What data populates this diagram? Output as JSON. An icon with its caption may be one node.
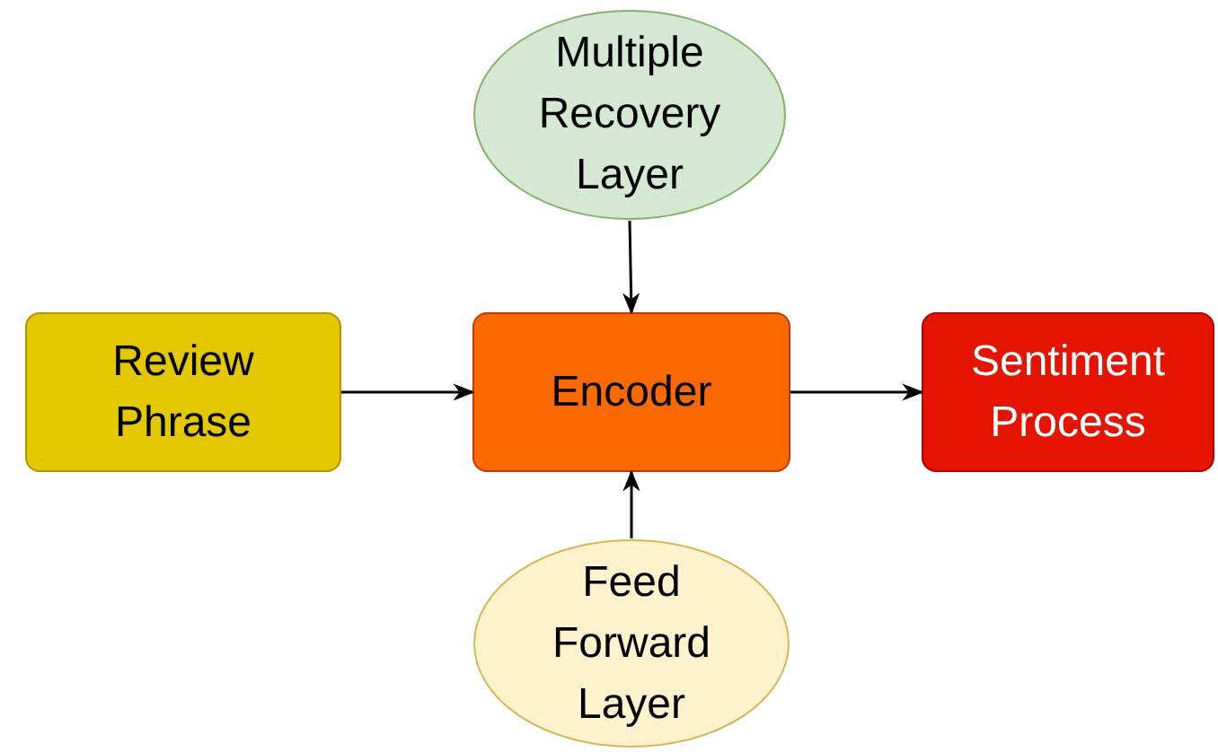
{
  "diagram": {
    "nodes": [
      {
        "text": [
          "Multiple Recovery Layer"
        ]
      },
      {
        "text": [
          "Review Phrase"
        ]
      },
      {
        "text": [
          "Encoder"
        ]
      },
      {
        "text": [
          "Sentiment Process"
        ]
      },
      {
        "text": [
          "Feed Forward Layer"
        ]
      }
    ],
    "edges": [
      {
        "from": 1,
        "to": 2,
        "arrow": "to"
      },
      {
        "from": 2,
        "to": 3,
        "arrow": "to"
      },
      {
        "from": 0,
        "to": 2,
        "arrow": "to"
      },
      {
        "from": 4,
        "to": 2,
        "arrow": "to"
      }
    ]
  }
}
